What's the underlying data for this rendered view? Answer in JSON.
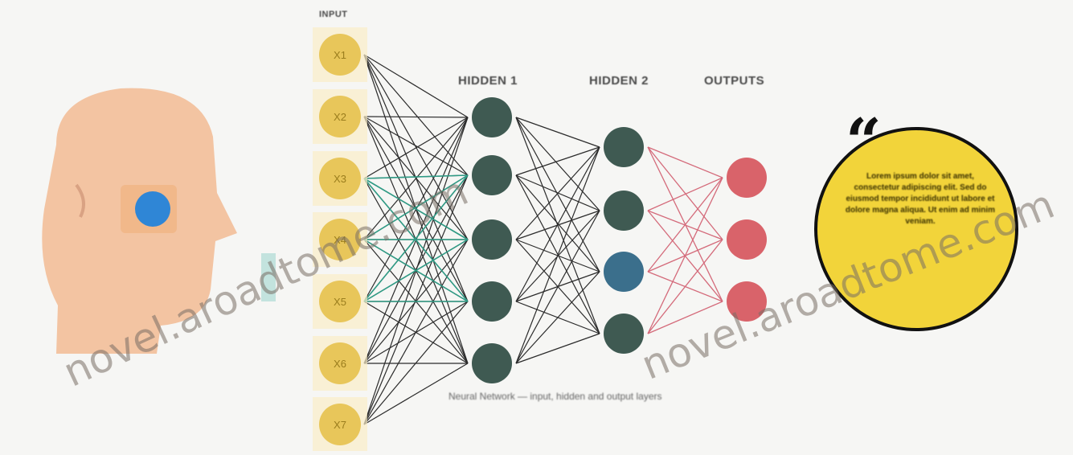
{
  "layers": {
    "input_label": "INPUT",
    "hidden1_label": "HIDDEN 1",
    "hidden2_label": "HIDDEN 2",
    "outputs_label": "OUTPUTS"
  },
  "input_node_labels": [
    "X1",
    "X2",
    "X3",
    "X4",
    "X5",
    "X6",
    "X7"
  ],
  "caption": "Neural Network — input, hidden and output layers",
  "quote": {
    "mark": "“",
    "text": "Lorem ipsum dolor sit amet, consectetur adipiscing elit. Sed do eiusmod tempor incididunt ut labore et dolore magna aliqua. Ut enim ad minim veniam."
  },
  "watermark": "novel.aroadtome.com",
  "colors": {
    "background": "#f6f6f4",
    "head_skin": "#f3c4a2",
    "head_eye": "#2f86d6",
    "input_node": "#e8c65a",
    "hidden_node": "#3f5a52",
    "hidden_node_accent": "#3b6f8c",
    "output_node": "#d9636a",
    "quote_bubble": "#f2d43a",
    "edge": "#2b2b2b",
    "edge_accent_teal": "#2f9b85",
    "edge_accent_red": "#d46a7a"
  },
  "icons": {
    "head": "human-head-profile-icon",
    "quote": "quotation-mark-icon"
  }
}
